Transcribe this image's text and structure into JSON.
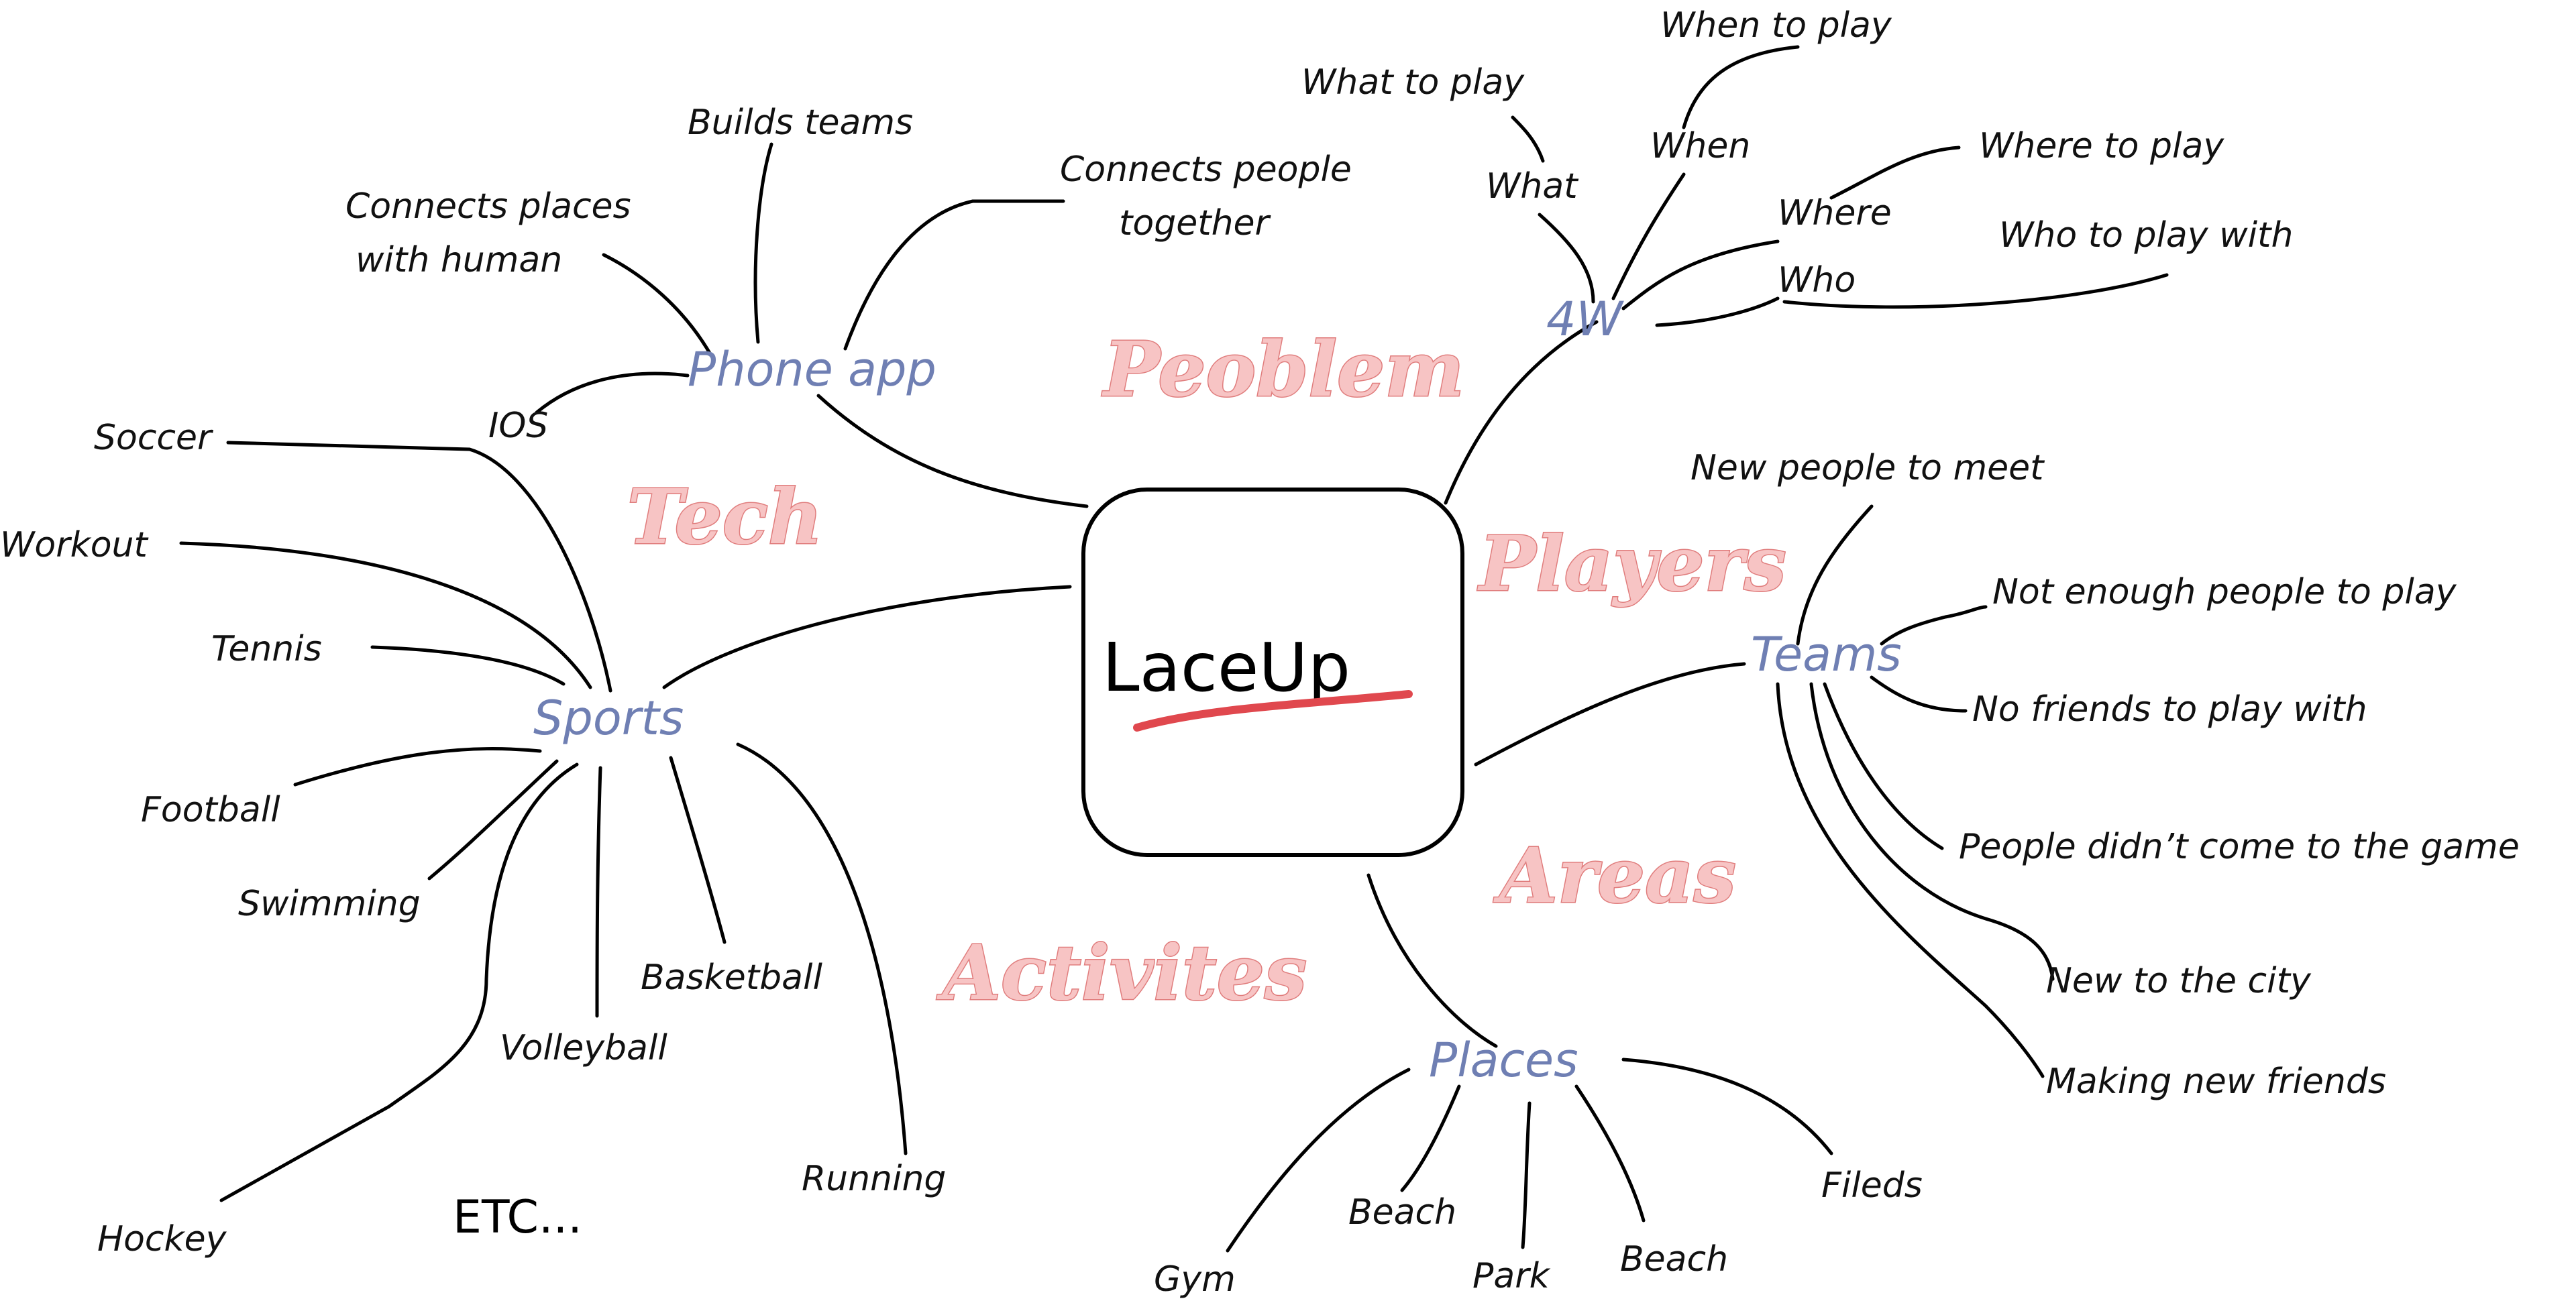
{
  "center": {
    "title": "LaceUp"
  },
  "categories": {
    "problem": "Peoblem",
    "tech": "Tech",
    "players": "Players",
    "areas": "Areas",
    "activities": "Activites"
  },
  "colors": {
    "hub_text": "#6f7fb3",
    "category_fill": "#f7c4c4",
    "category_outline": "#e07d7d",
    "underline": "#e0484e",
    "line": "#000000"
  },
  "hubs": {
    "phone_app": {
      "label": "Phone app",
      "leaves": [
        "Connects places",
        "with human",
        "Builds teams",
        "Connects people",
        "together",
        "IOS"
      ]
    },
    "four_w": {
      "label": "4W",
      "leaves": [
        "What",
        "What to play",
        "When",
        "When to play",
        "Where",
        "Where to play",
        "Who",
        "Who to play with"
      ]
    },
    "sports": {
      "label": "Sports",
      "leaves": [
        "Soccer",
        "Workout",
        "Tennis",
        "Football",
        "Swimming",
        "Volleyball",
        "Basketball",
        "Running",
        "Hockey"
      ],
      "etc": "ETC..."
    },
    "teams": {
      "label": "Teams",
      "leaves": [
        "New people to meet",
        "Not enough people to play",
        "No friends to play with",
        "People didn’t come to the game",
        "New to the city",
        "Making new friends"
      ]
    },
    "places": {
      "label": "Places",
      "leaves": [
        "Gym",
        "Beach",
        "Park",
        "Beach",
        "Fileds"
      ]
    }
  }
}
